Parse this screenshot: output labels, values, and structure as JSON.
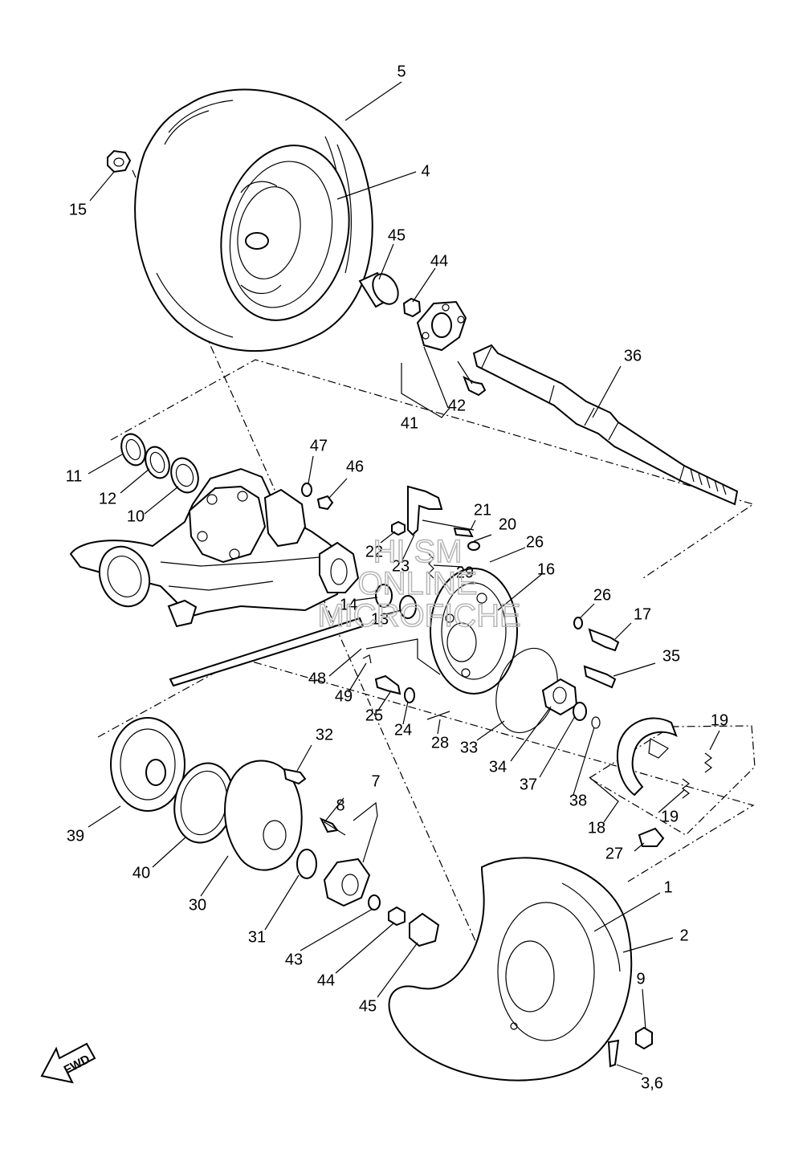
{
  "labels": {
    "p1": "1",
    "p2": "2",
    "p3_6": "3,6",
    "p4": "4",
    "p5": "5",
    "p7": "7",
    "p8": "8",
    "p9": "9",
    "p10": "10",
    "p11": "11",
    "p12": "12",
    "p13": "13",
    "p14": "14",
    "p15": "15",
    "p16": "16",
    "p17": "17",
    "p18": "18",
    "p19a": "19",
    "p19b": "19",
    "p20": "20",
    "p21": "21",
    "p22": "22",
    "p23": "23",
    "p24": "24",
    "p25": "25",
    "p26a": "26",
    "p26b": "26",
    "p27": "27",
    "p28": "28",
    "p29": "29",
    "p30": "30",
    "p31": "31",
    "p32": "32",
    "p33": "33",
    "p34": "34",
    "p35": "35",
    "p36": "36",
    "p37": "37",
    "p38": "38",
    "p39": "39",
    "p40": "40",
    "p41": "41",
    "p42": "42",
    "p43": "43",
    "p44a": "44",
    "p44b": "44",
    "p45a": "45",
    "p45b": "45",
    "p46": "46",
    "p47": "47",
    "p48": "48",
    "p49": "49"
  },
  "fwd_label": "FWD",
  "watermark": {
    "line1": "HI SM",
    "line2": "ONLINE",
    "line3": "MICROFICHE"
  }
}
